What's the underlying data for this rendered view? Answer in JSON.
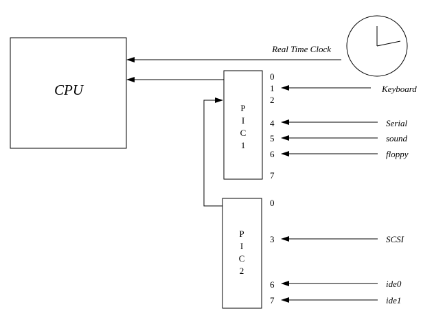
{
  "cpu": {
    "label": "CPU"
  },
  "clock": {
    "label": "Real Time Clock"
  },
  "pic1": {
    "letters": [
      "P",
      "I",
      "C",
      "1"
    ],
    "pins": [
      "0",
      "1",
      "2",
      "4",
      "5",
      "6",
      "7"
    ]
  },
  "pic2": {
    "letters": [
      "P",
      "I",
      "C",
      "2"
    ],
    "pins": [
      "0",
      "3",
      "6",
      "7"
    ]
  },
  "devices": {
    "keyboard": "Keyboard",
    "serial": "Serial",
    "sound": "sound",
    "floppy": "floppy",
    "scsi": "SCSI",
    "ide0": "ide0",
    "ide1": "ide1"
  }
}
